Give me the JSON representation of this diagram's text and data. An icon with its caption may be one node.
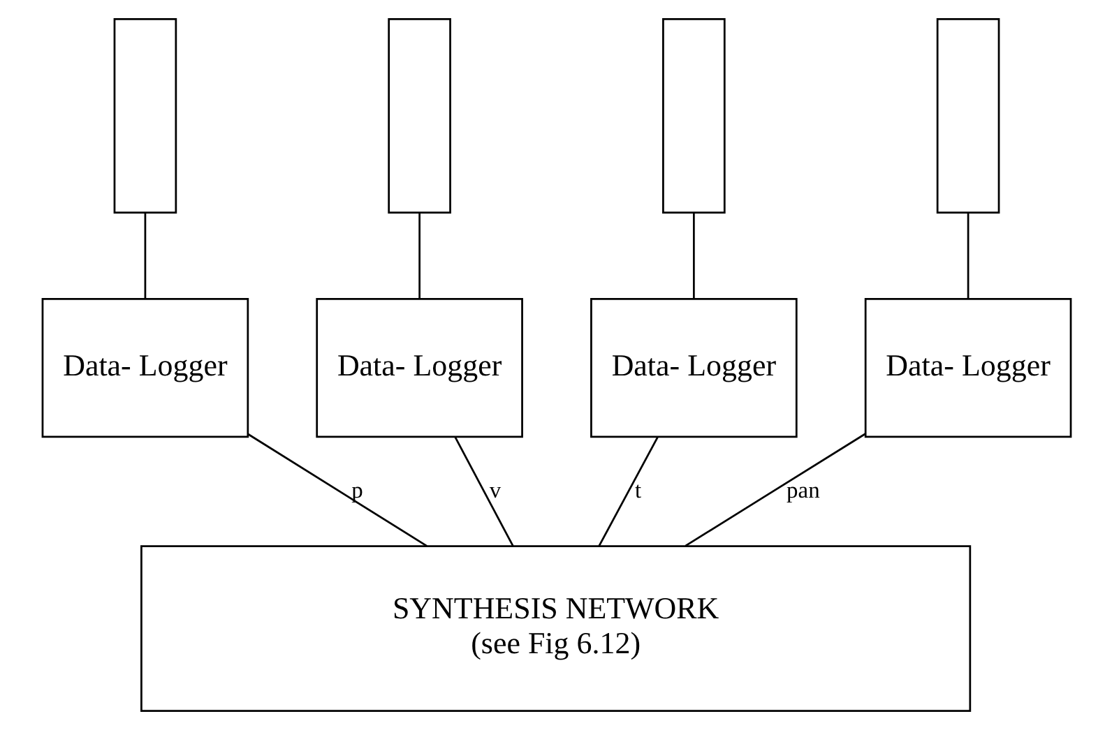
{
  "diagram": {
    "nodes": [
      {
        "text": [],
        "shape": "box"
      },
      {
        "text": [],
        "shape": "box"
      },
      {
        "text": [],
        "shape": "box"
      },
      {
        "text": [],
        "shape": "box"
      },
      {
        "text": [
          "Data- Logger"
        ]
      },
      {
        "text": [
          "Data- Logger"
        ]
      },
      {
        "text": [
          "Data- Logger"
        ]
      },
      {
        "text": [
          "Data- Logger"
        ]
      },
      {
        "text": [
          "SYNTHESIS NETWORK",
          "(see Fig 6.12)"
        ]
      }
    ],
    "edges": [
      {
        "from": 0,
        "to": 4,
        "arrow": "none"
      },
      {
        "from": 1,
        "to": 5,
        "arrow": "none"
      },
      {
        "from": 2,
        "to": 6,
        "arrow": "none"
      },
      {
        "from": 3,
        "to": 7,
        "arrow": "none"
      },
      {
        "from": 4,
        "to": 8,
        "arrow": "none",
        "label": "p"
      },
      {
        "from": 5,
        "to": 8,
        "arrow": "none",
        "label": "v"
      },
      {
        "from": 6,
        "to": 8,
        "arrow": "none",
        "label": "t"
      },
      {
        "from": 7,
        "to": 8,
        "arrow": "none",
        "label": "pan"
      }
    ]
  }
}
